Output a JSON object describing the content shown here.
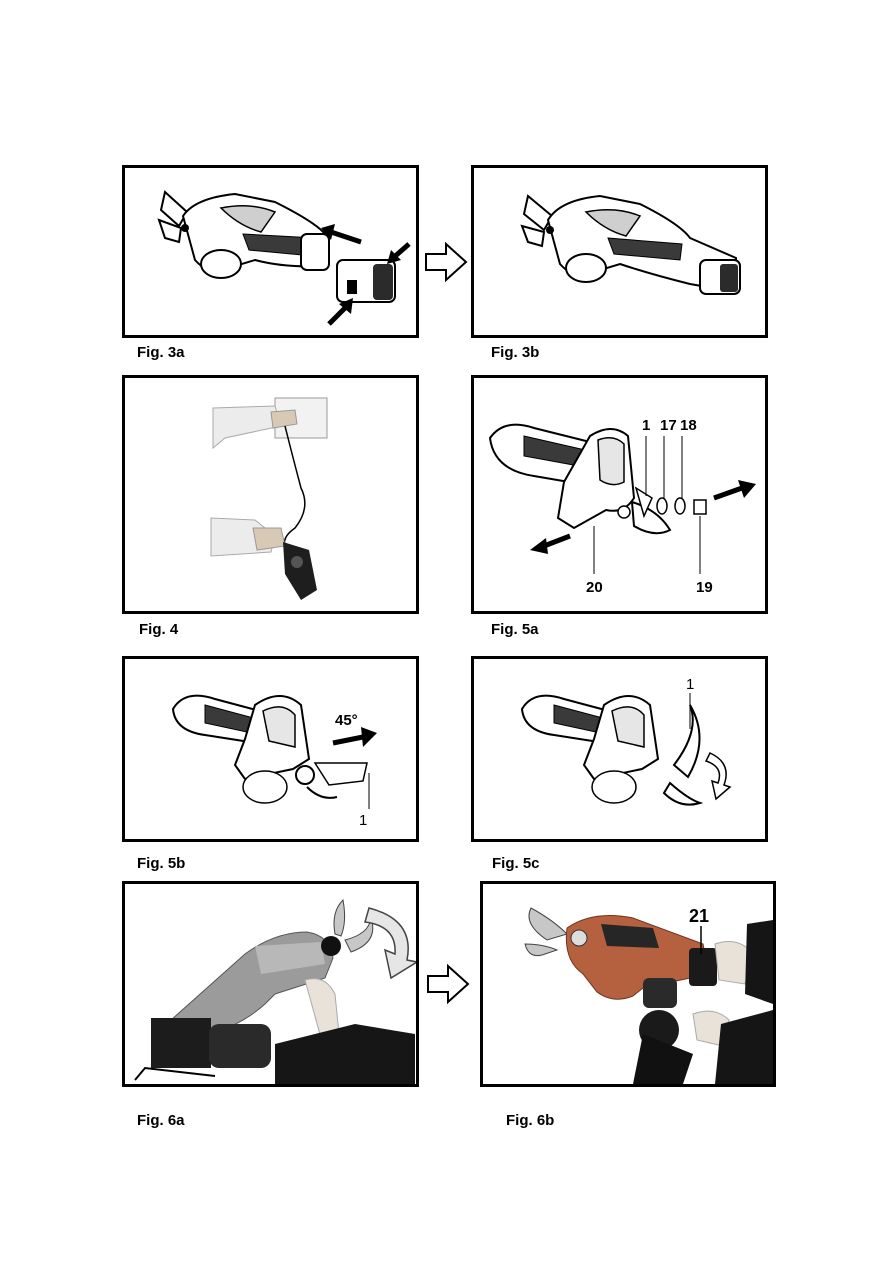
{
  "figures": {
    "fig3a": {
      "caption": "Fig. 3a"
    },
    "fig3b": {
      "caption": "Fig. 3b"
    },
    "fig4": {
      "caption": "Fig. 4"
    },
    "fig5a": {
      "caption": "Fig. 5a",
      "callouts": [
        "1",
        "17",
        "18",
        "20",
        "19"
      ]
    },
    "fig5b": {
      "caption": "Fig. 5b",
      "angle": "45°",
      "part": "1"
    },
    "fig5c": {
      "caption": "Fig. 5c",
      "part": "1"
    },
    "fig6a": {
      "caption": "Fig. 6a"
    },
    "fig6b": {
      "caption": "Fig. 6b",
      "part": "21"
    }
  },
  "icons": {
    "connector": "hollow-right-arrow-icon",
    "direction": "solid-arrow-icon",
    "rotation": "curved-rotate-arrow-icon"
  },
  "colors": {
    "ink": "#000000",
    "tool_gray": "#8a8a8a",
    "tool_red": "#b5613f",
    "glove": "#1b1b1b"
  }
}
